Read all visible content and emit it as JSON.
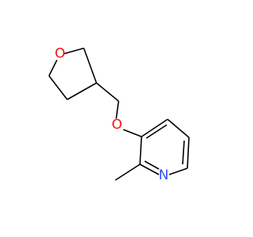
{
  "molecule": {
    "atom_labels": [
      {
        "id": "ring-oxygen",
        "text": "O"
      },
      {
        "id": "ether-oxygen",
        "text": "O"
      },
      {
        "id": "pyridine-nitrogen",
        "text": "N"
      }
    ]
  },
  "colors": {
    "oxygen": "#ff0d0d",
    "nitrogen": "#3050f8",
    "bond": "#000000",
    "background": "#ffffff"
  }
}
